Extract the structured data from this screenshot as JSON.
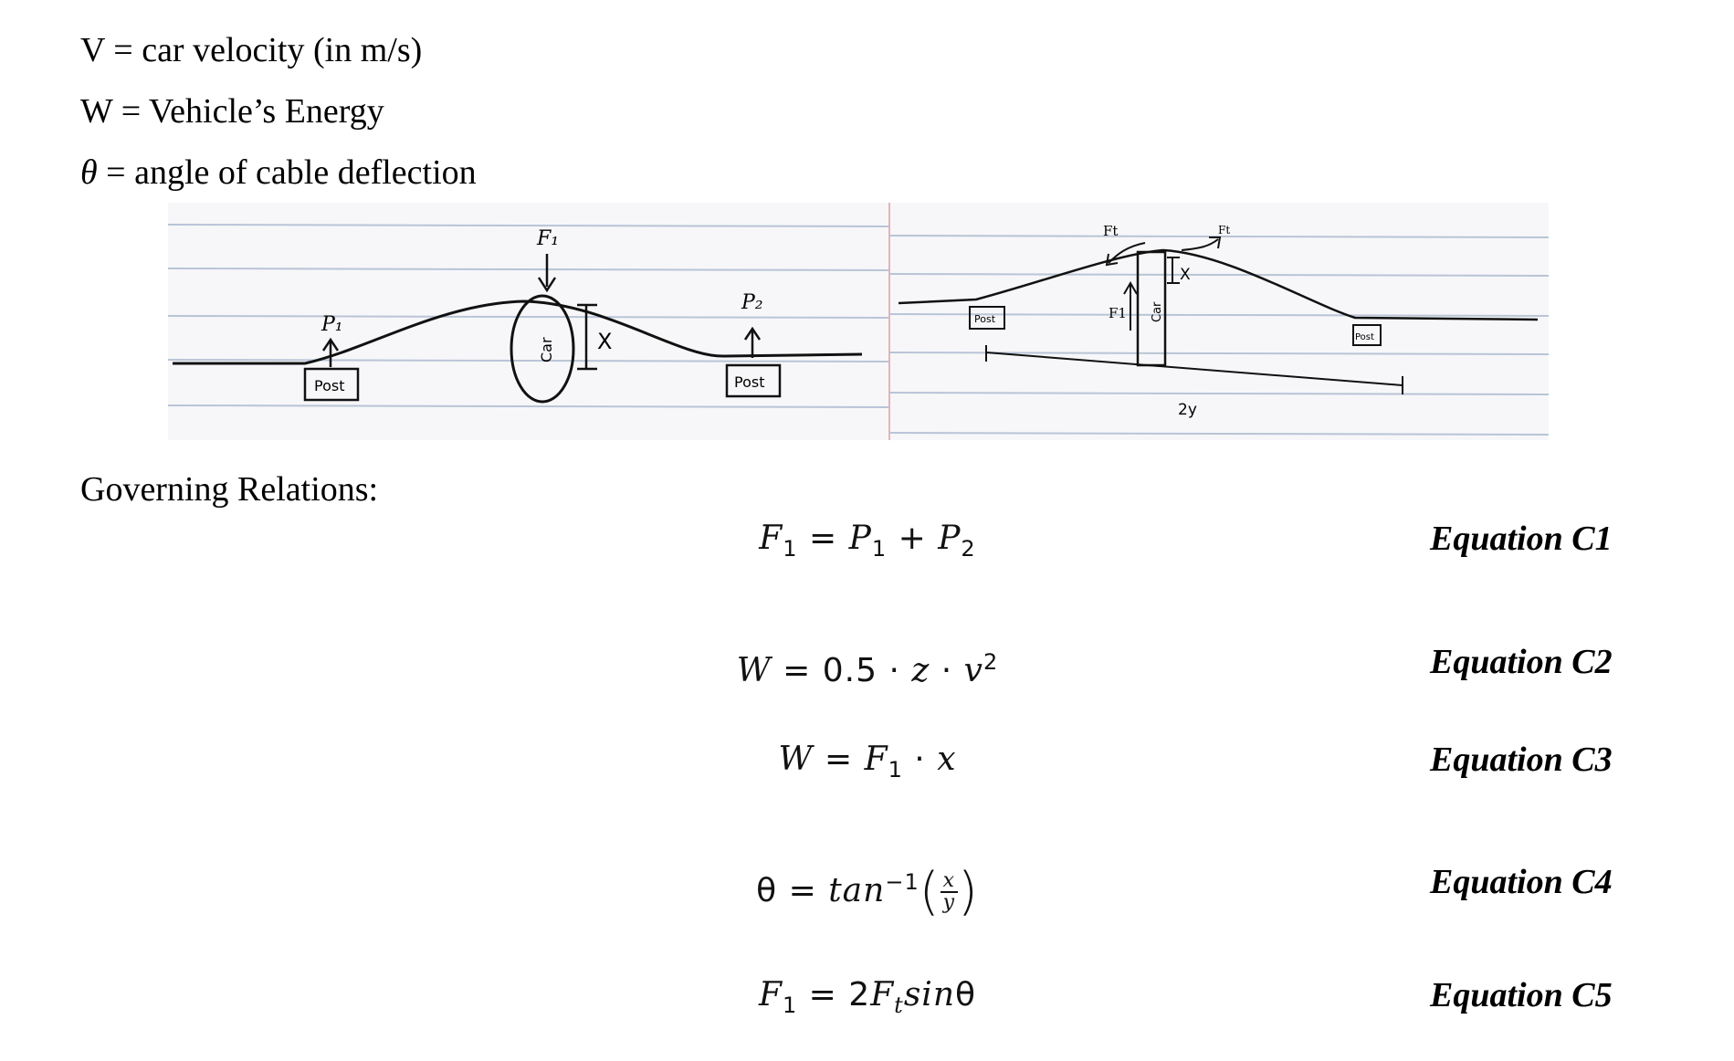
{
  "definitions": [
    {
      "symbol": "V",
      "text": "= car velocity (in m/s)"
    },
    {
      "symbol": "W",
      "text": "= Vehicle’s Energy"
    },
    {
      "symbol": "θ",
      "text": "= angle of cable deflection"
    }
  ],
  "sketch_left": {
    "labels": {
      "force": "F₁",
      "p1": "P₁",
      "p2": "P₂",
      "post1": "Post",
      "post2": "Post",
      "car": "Car",
      "deflection": "X"
    }
  },
  "sketch_right": {
    "labels": {
      "ft_left": "Ft",
      "ft_right": "Ft",
      "f1": "F1",
      "post1": "Post",
      "post2": "Post",
      "car": "Car",
      "deflection": "X",
      "span": "2y"
    }
  },
  "governing_label": "Governing Relations:",
  "equations": [
    {
      "id": "C1",
      "label": "Equation C1"
    },
    {
      "id": "C2",
      "label": "Equation C2"
    },
    {
      "id": "C3",
      "label": "Equation C3"
    },
    {
      "id": "C4",
      "label": "Equation C4"
    },
    {
      "id": "C5",
      "label": "Equation C5"
    }
  ]
}
